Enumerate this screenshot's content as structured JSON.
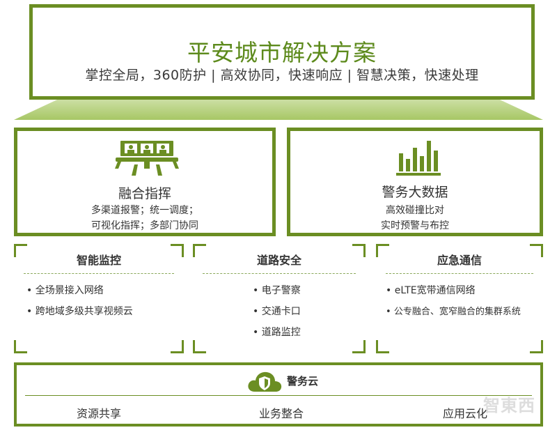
{
  "header": {
    "title": "平安城市解决方案",
    "subtitle": "掌控全局，360防护 | 高效协同，快速响应 | 智慧决策，快速处理"
  },
  "panels": [
    {
      "title": "融合指挥",
      "lines": [
        "多渠道报警；统一调度；",
        "可视化指挥；多部门协同"
      ],
      "icon": "command-center-icon"
    },
    {
      "title": "警务大数据",
      "lines": [
        "高效碰撞比对",
        "实时预警与布控"
      ],
      "icon": "bar-chart-icon"
    }
  ],
  "modules": [
    {
      "title": "智能监控",
      "items": [
        "全场景接入网络",
        "跨地域多级共享视频云"
      ]
    },
    {
      "title": "道路安全",
      "items": [
        "电子警察",
        "交通卡口",
        "道路监控"
      ]
    },
    {
      "title": "应急通信",
      "items": [
        "eLTE宽带通信网络",
        "公专融合、宽窄融合的集群系统"
      ]
    }
  ],
  "cloud": {
    "label": "警务云",
    "icon": "cloud-shield-icon",
    "items": [
      "资源共享",
      "业务整合",
      "应用云化"
    ]
  },
  "watermark": "智東西",
  "colors": {
    "accent": "#6b8e23",
    "title_green": "#5d8a1c",
    "band_light": "#e8f2cf",
    "band_dark": "#a9c86a"
  }
}
